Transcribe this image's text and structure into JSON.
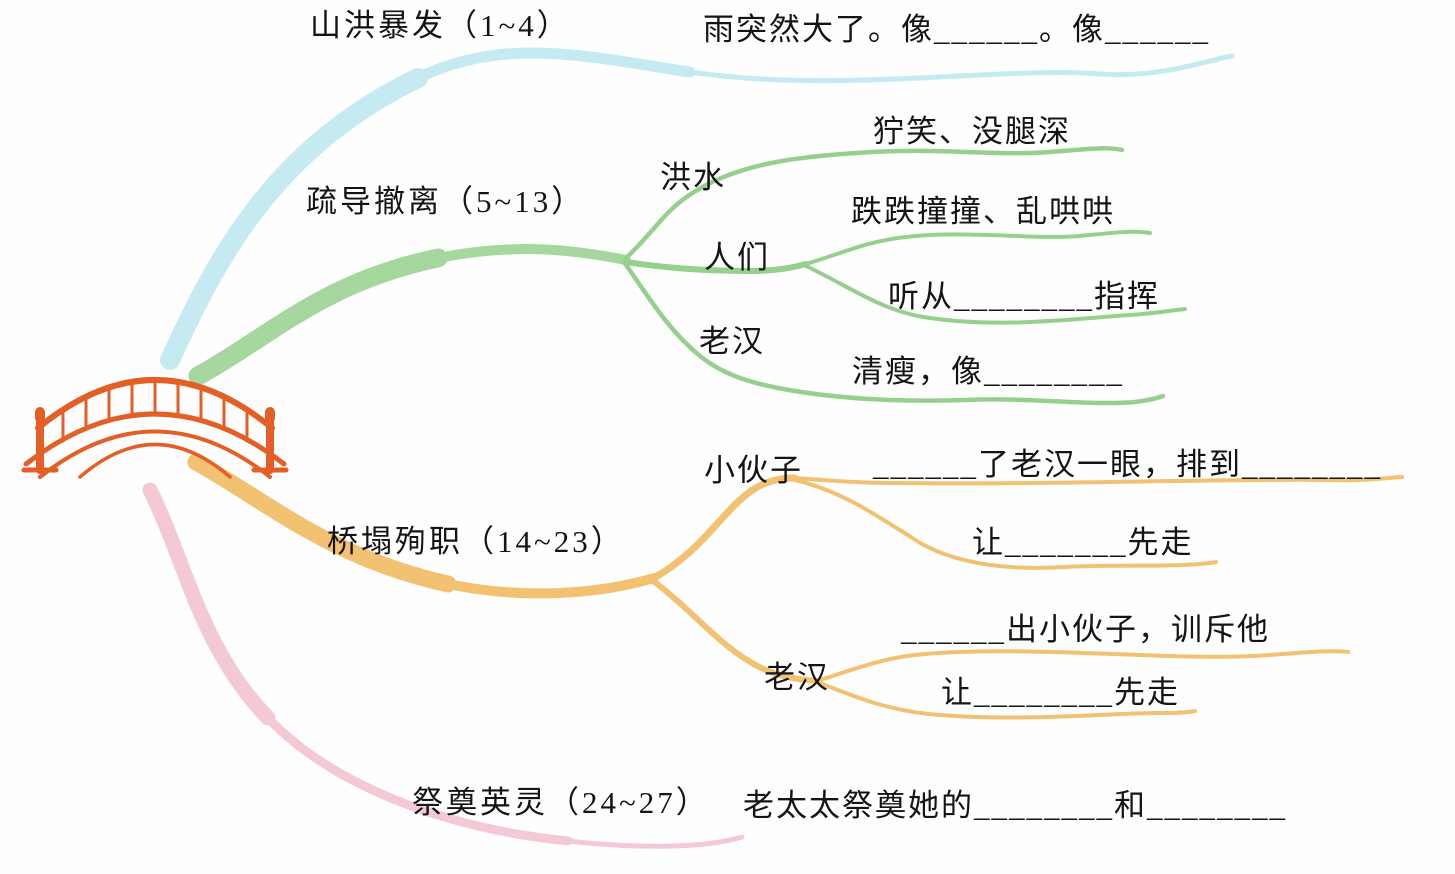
{
  "colors": {
    "cyan": "#c6eaf2",
    "green_trunk": "#a6d79f",
    "green_branch": "#97d08e",
    "orange": "#f2c171",
    "pink": "#f3c9d3",
    "bridge": "#e45f26",
    "text": "#141414"
  },
  "map": {
    "branch1": {
      "label": "山洪暴发（1~4）",
      "detail": "雨突然大了。像______。像______"
    },
    "branch2": {
      "label": "疏导撤离（5~13）",
      "children": [
        {
          "label": "洪水",
          "details": [
            "狞笑、没腿深"
          ]
        },
        {
          "label": "人们",
          "details": [
            "跌跌撞撞、乱哄哄",
            "听从________指挥"
          ]
        },
        {
          "label": "老汉",
          "details": [
            "清瘦，像________"
          ]
        }
      ]
    },
    "branch3": {
      "label": "桥塌殉职（14~23）",
      "children": [
        {
          "label": "小伙子",
          "details": [
            "______了老汉一眼，排到________",
            "让_______先走"
          ]
        },
        {
          "label": "老汉",
          "details": [
            "______出小伙子，训斥他",
            "让________先走"
          ]
        }
      ]
    },
    "branch4": {
      "label": "祭奠英灵（24~27）",
      "detail": "老太太祭奠她的________和________"
    }
  }
}
